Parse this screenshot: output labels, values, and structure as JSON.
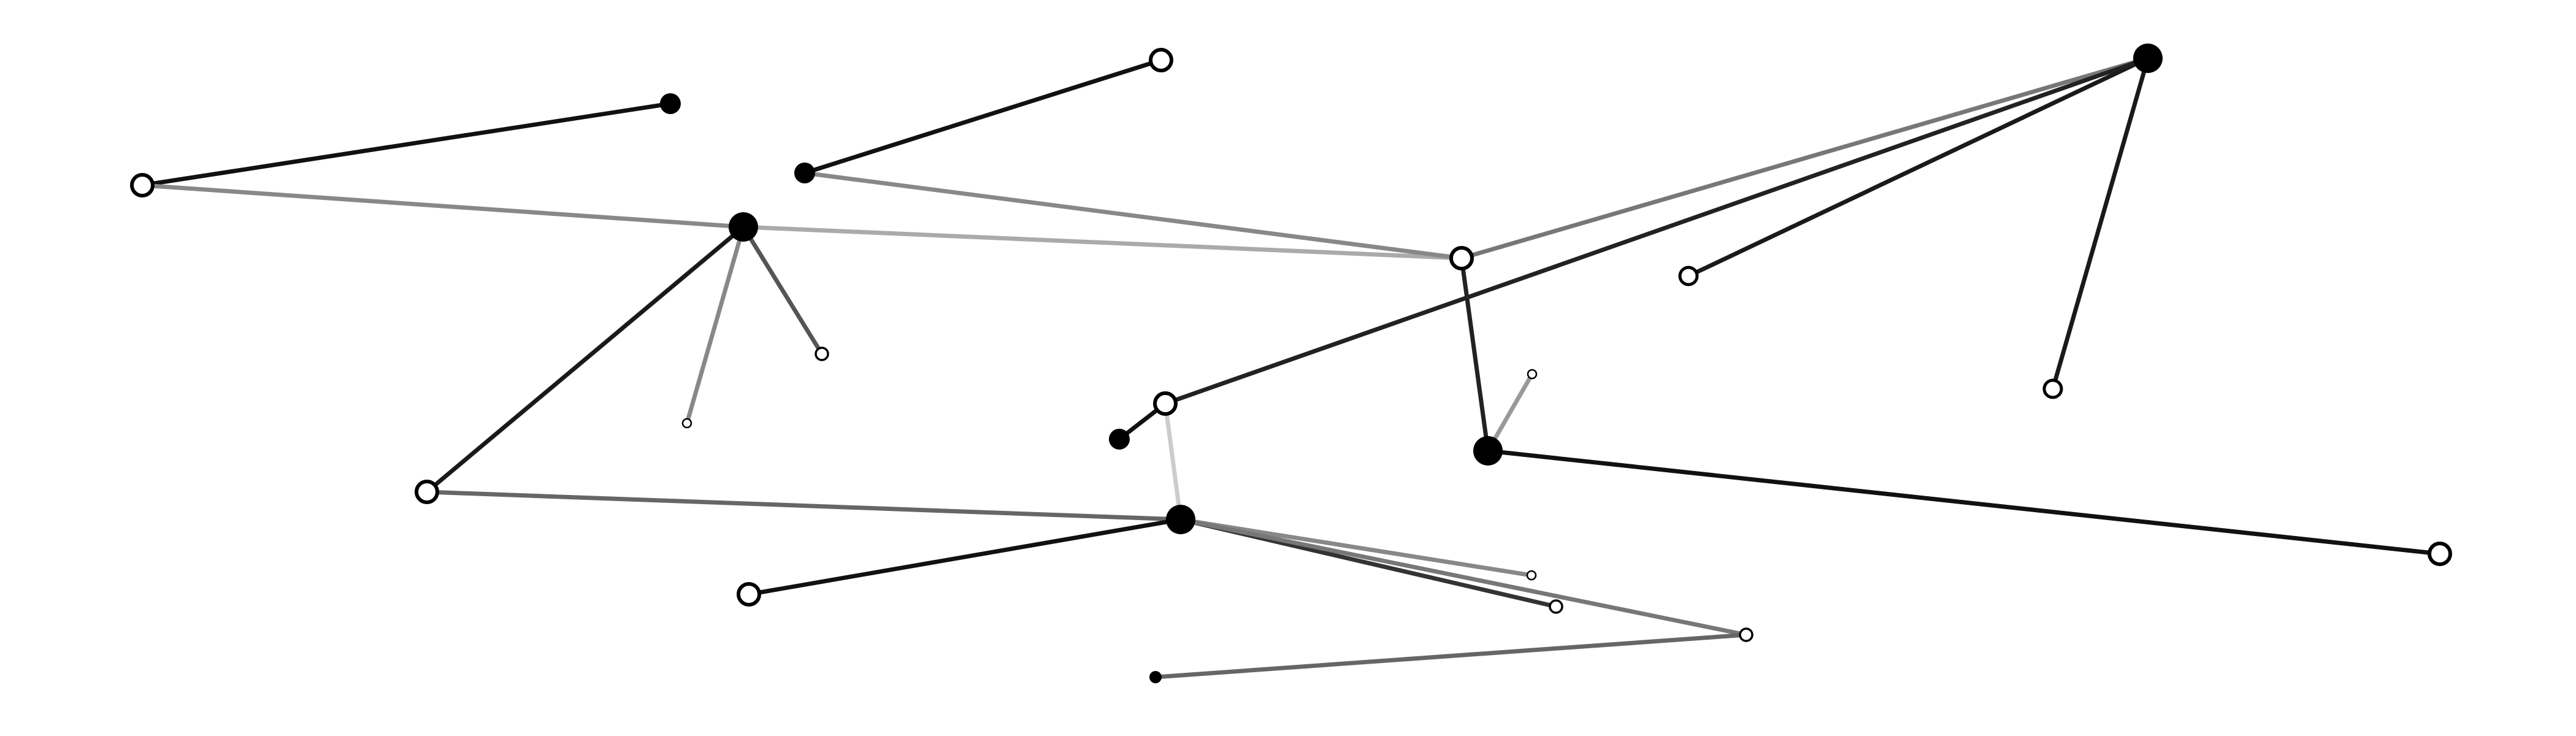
{
  "graph": {
    "nodes": [
      {
        "id": "n1",
        "filled": false,
        "size": "large"
      },
      {
        "id": "n2",
        "filled": true,
        "size": "large"
      },
      {
        "id": "n3",
        "filled": true,
        "size": "xlarge"
      },
      {
        "id": "n4",
        "filled": true,
        "size": "large"
      },
      {
        "id": "n5",
        "filled": false,
        "size": "large"
      },
      {
        "id": "n6",
        "filled": false,
        "size": "large"
      },
      {
        "id": "n7",
        "filled": true,
        "size": "xlarge"
      },
      {
        "id": "n8",
        "filled": false,
        "size": "medium"
      },
      {
        "id": "n9",
        "filled": false,
        "size": "large"
      },
      {
        "id": "n10",
        "filled": false,
        "size": "small"
      },
      {
        "id": "n11",
        "filled": false,
        "size": "tiny"
      },
      {
        "id": "n12",
        "filled": false,
        "size": "large"
      },
      {
        "id": "n13",
        "filled": true,
        "size": "large"
      },
      {
        "id": "n14",
        "filled": false,
        "size": "tiny"
      },
      {
        "id": "n15",
        "filled": true,
        "size": "xlarge"
      },
      {
        "id": "n16",
        "filled": false,
        "size": "large"
      },
      {
        "id": "n17",
        "filled": true,
        "size": "xlarge"
      },
      {
        "id": "n18",
        "filled": false,
        "size": "large"
      },
      {
        "id": "n19",
        "filled": false,
        "size": "tiny"
      },
      {
        "id": "n20",
        "filled": false,
        "size": "small"
      },
      {
        "id": "n21",
        "filled": false,
        "size": "small"
      },
      {
        "id": "n22",
        "filled": true,
        "size": "small"
      },
      {
        "id": "n23",
        "filled": false,
        "size": "medium"
      }
    ],
    "edges": [
      {
        "source": "n1",
        "target": "n2",
        "color": "#111111"
      },
      {
        "source": "n1",
        "target": "n3",
        "color": "#888888"
      },
      {
        "source": "n3",
        "target": "n6",
        "color": "#aaaaaa"
      },
      {
        "source": "n3",
        "target": "n9",
        "color": "#1a1a1a"
      },
      {
        "source": "n3",
        "target": "n10",
        "color": "#555555"
      },
      {
        "source": "n3",
        "target": "n11",
        "color": "#888888"
      },
      {
        "source": "n4",
        "target": "n5",
        "color": "#111111"
      },
      {
        "source": "n4",
        "target": "n6",
        "color": "#888888"
      },
      {
        "source": "n6",
        "target": "n7",
        "color": "#777777"
      },
      {
        "source": "n6",
        "target": "n15",
        "color": "#222222"
      },
      {
        "source": "n7",
        "target": "n8",
        "color": "#1a1a1a"
      },
      {
        "source": "n7",
        "target": "n12",
        "color": "#222222"
      },
      {
        "source": "n14",
        "target": "n15",
        "color": "#999999"
      },
      {
        "source": "n15",
        "target": "n16",
        "color": "#111111"
      },
      {
        "source": "n13",
        "target": "n12",
        "color": "#111111"
      },
      {
        "source": "n12",
        "target": "n17",
        "color": "#cccccc"
      },
      {
        "source": "n9",
        "target": "n17",
        "color": "#666666"
      },
      {
        "source": "n17",
        "target": "n18",
        "color": "#111111"
      },
      {
        "source": "n17",
        "target": "n19",
        "color": "#888888"
      },
      {
        "source": "n17",
        "target": "n20",
        "color": "#333333"
      },
      {
        "source": "n17",
        "target": "n21",
        "color": "#777777"
      },
      {
        "source": "n22",
        "target": "n21",
        "color": "#666666"
      }
    ]
  }
}
